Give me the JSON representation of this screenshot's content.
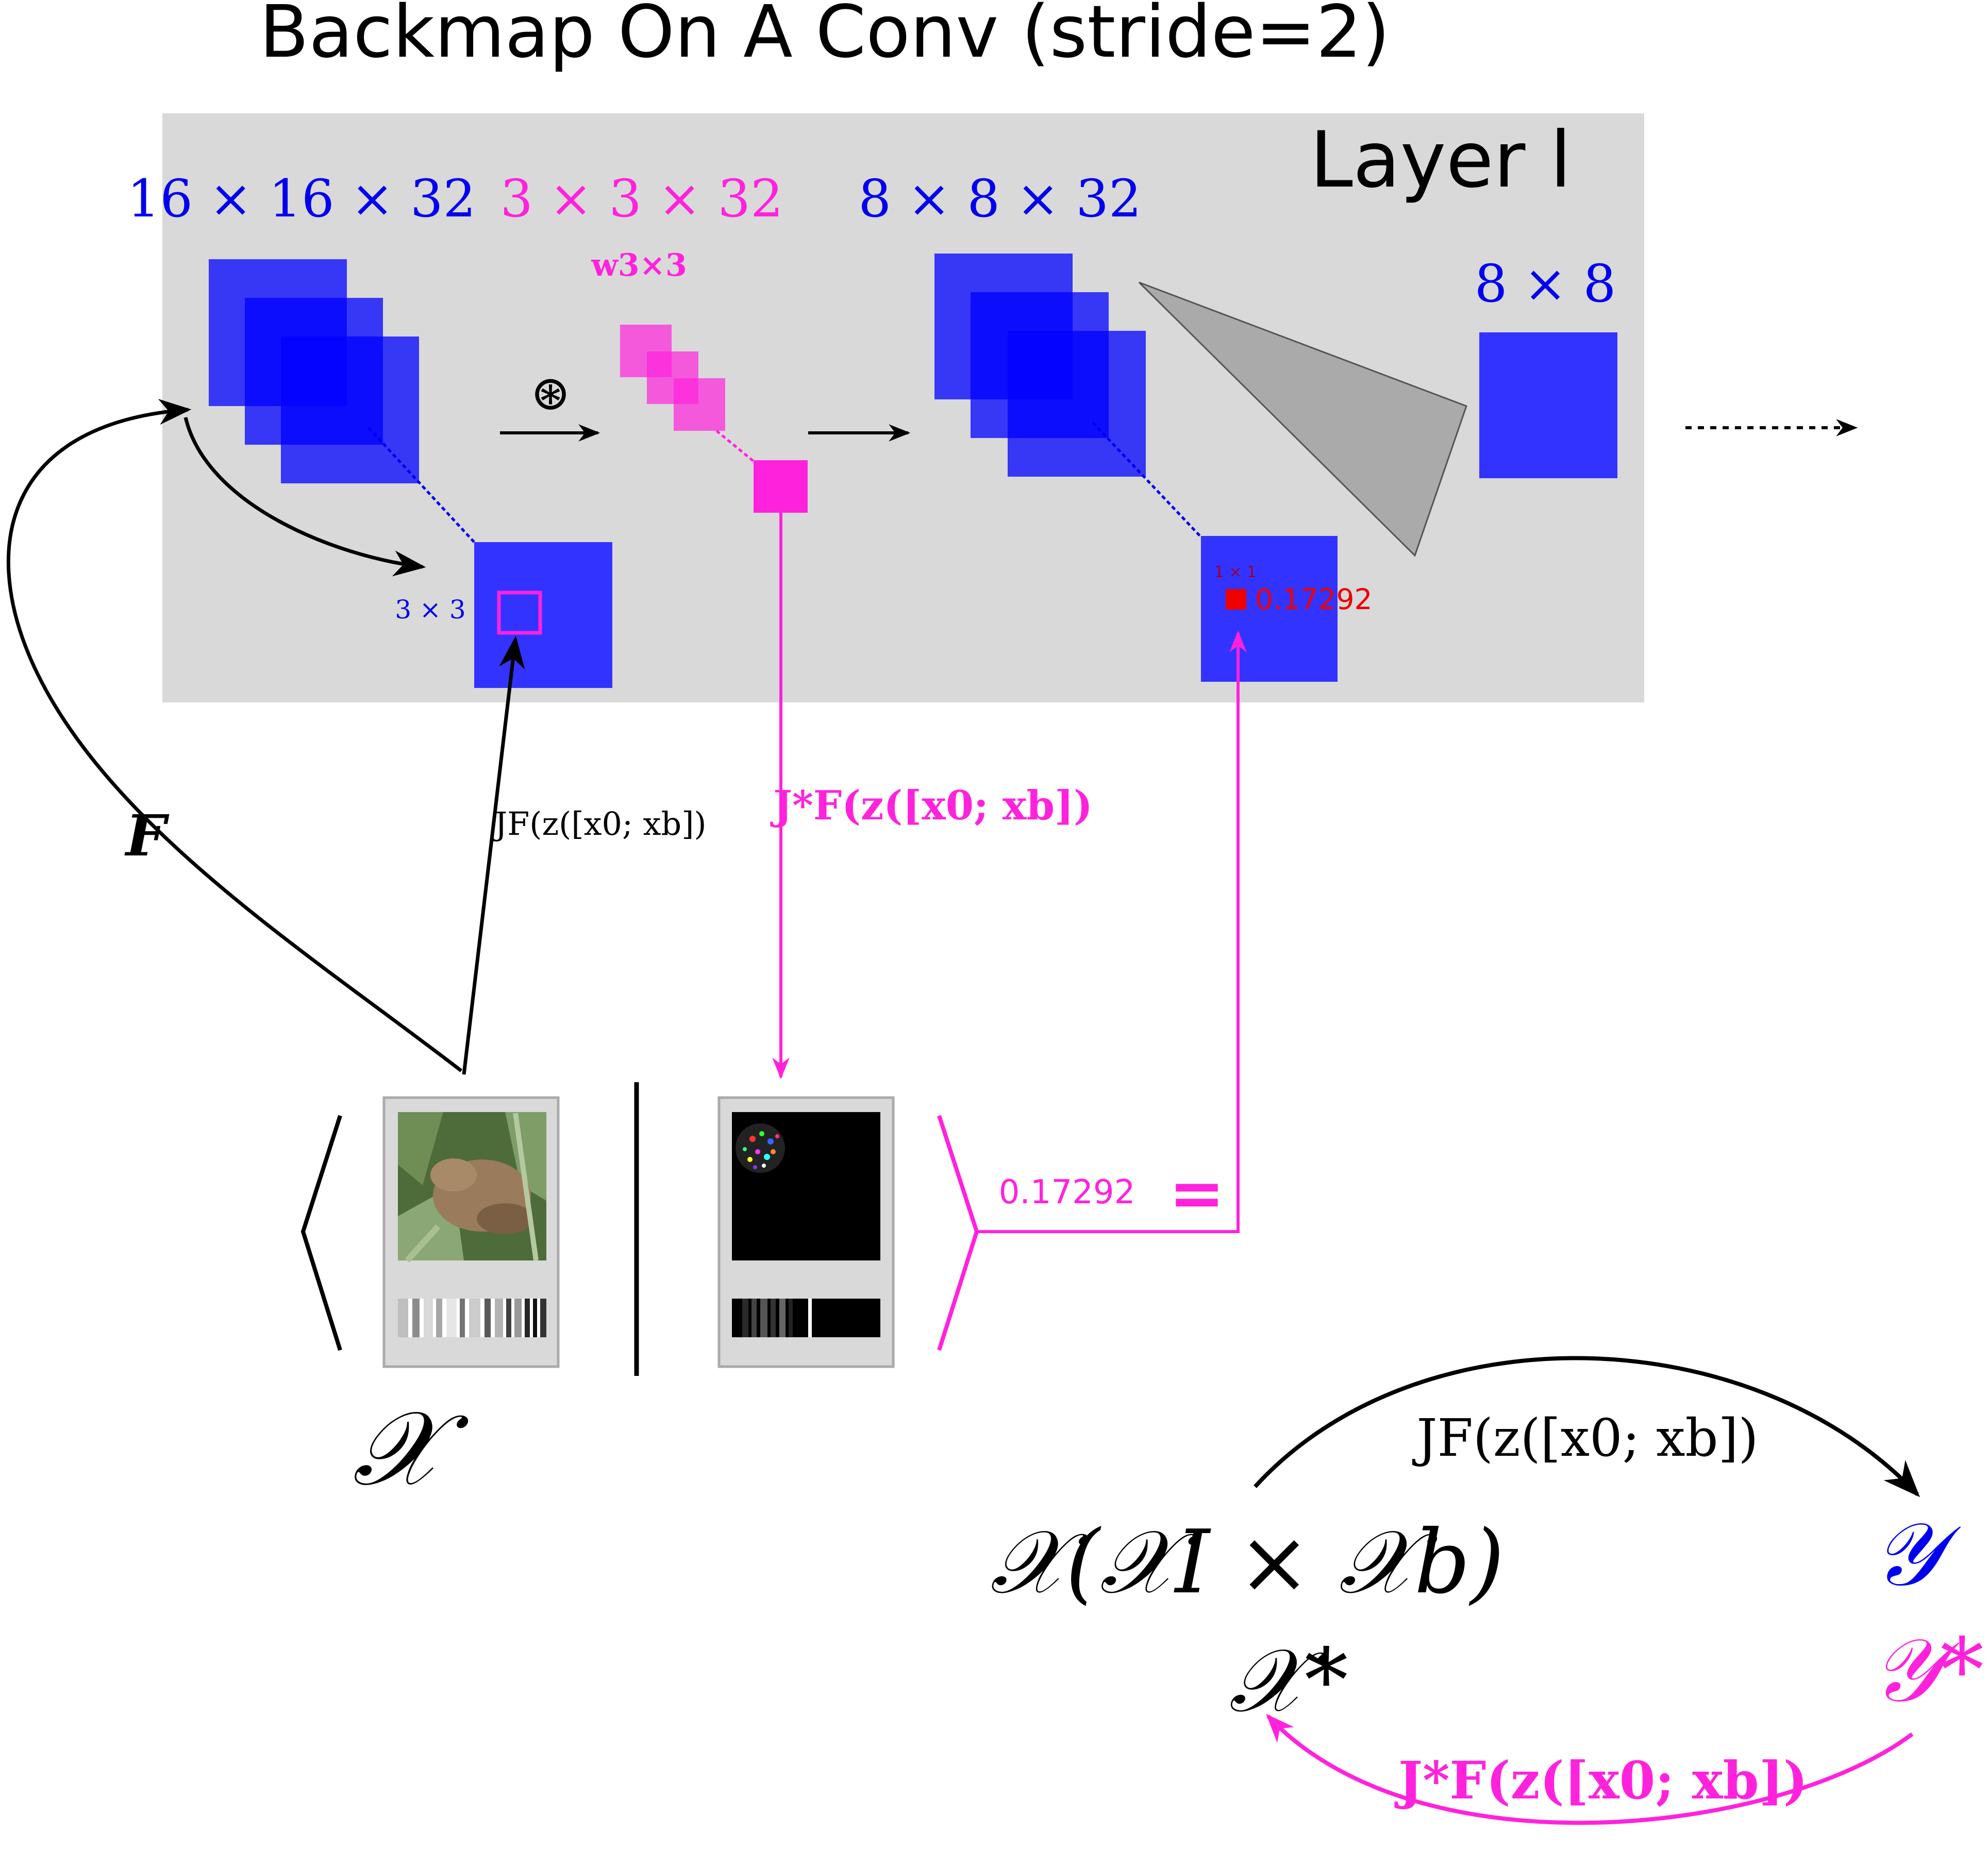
{
  "title": "Backmap On A Conv (stride=2)",
  "layer_label": "Layer l",
  "input_dims": "16 × 16 × 32",
  "kernel_dims": "3 × 3 × 32",
  "kernel_label": "w3×3",
  "output_dims": "8 × 8 × 32",
  "pooled_dims": "8 × 8",
  "convolve_symbol": "⊛",
  "patch_label": "3 × 3",
  "pixel_label": "1 × 1",
  "activation_value": "0.17292",
  "forward_label": "F",
  "jacobian_label": "JF(z([x0; xb])",
  "adjoint_label": "J*F(z([x0; xb])",
  "inner_product_value": "0.17292",
  "equals_sign": "=",
  "space_X": "𝒳",
  "space_full": "𝒳(𝒳I × 𝒳b)",
  "space_Y": "𝒴",
  "space_X_star": "𝒳*",
  "space_Y_star": "𝒴*",
  "colors": {
    "blue": "#0000ee",
    "magenta": "#ff22dd",
    "panel_gray": "#d9d9d9",
    "red": "#ee0000"
  }
}
